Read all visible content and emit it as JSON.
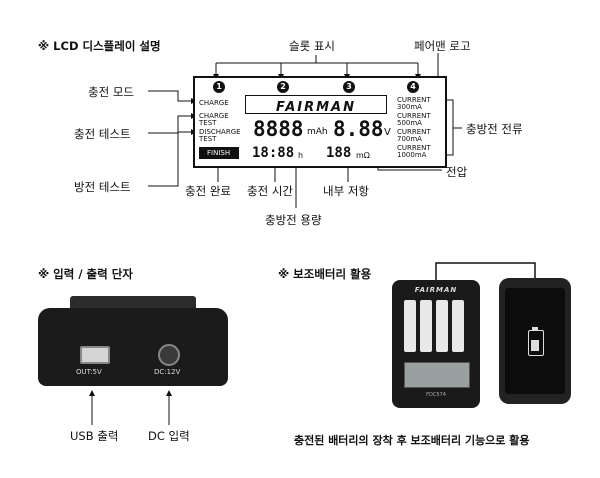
{
  "lcd_section": {
    "title": "※ LCD 디스플레이 설명",
    "labels": {
      "slot_display": "슬롯 표시",
      "fairman_logo": "페어맨 로고",
      "charge_mode": "충전 모드",
      "charge_test": "충전 테스트",
      "discharge_test": "방전 테스트",
      "charge_current": "충방전 전류",
      "charge_complete": "충전 완료",
      "charge_time": "충전 시간",
      "internal_resistance": "내부 저항",
      "voltage": "전압",
      "capacity": "충방전 용량"
    },
    "lcd": {
      "slots": [
        "1",
        "2",
        "3",
        "4"
      ],
      "logo": "FAIRMAN",
      "mode_charge": "CHARGE",
      "mode_charge_test_1": "CHARGE",
      "mode_charge_test_2": "TEST",
      "mode_discharge_test_1": "DISCHARGE",
      "mode_discharge_test_2": "TEST",
      "finish": "FINISH",
      "capacity_digits": "8888",
      "capacity_unit": "mAh",
      "voltage_digits": "8.88",
      "voltage_unit": "V",
      "time_digits": "18:88",
      "time_unit": "h",
      "resistance_digits": "188",
      "resistance_unit": "mΩ",
      "currents": [
        {
          "label": "CURRENT",
          "value": "300mA"
        },
        {
          "label": "CURRENT",
          "value": "500mA"
        },
        {
          "label": "CURRENT",
          "value": "700mA"
        },
        {
          "label": "CURRENT",
          "value": "1000mA"
        }
      ]
    }
  },
  "io_section": {
    "title": "※ 입력 / 출력 단자",
    "port_out": "OUT:5V",
    "port_dc": "DC:12V",
    "usb_label": "USB 출력",
    "dc_label": "DC 입력"
  },
  "battery_section": {
    "title": "※ 보조배터리 활용",
    "device_logo": "FAIRMAN",
    "device_model": "FDC574",
    "caption": "충전된 배터리의 장착 후 보조배터리 기능으로 활용"
  }
}
